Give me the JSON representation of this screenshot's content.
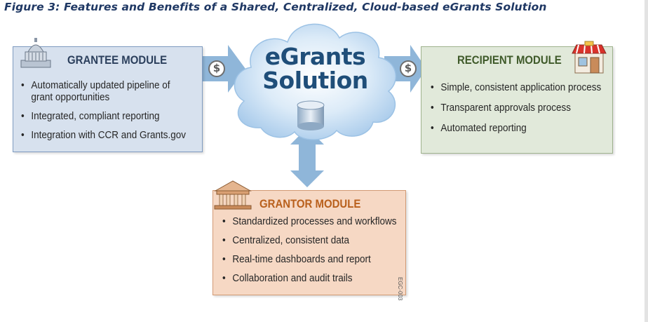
{
  "figure_title": "Figure 3: Features and Benefits of a Shared, Centralized, Cloud-based eGrants Solution",
  "cloud": {
    "line1": "eGrants",
    "line2": "Solution"
  },
  "grantee": {
    "title": "GRANTEE MODULE",
    "items": [
      "Automatically updated pipeline of",
      "grant opportunities",
      "Integrated, compliant reporting",
      "Integration with CCR and Grants.gov"
    ]
  },
  "recipient": {
    "title": "RECIPIENT MODULE",
    "items": [
      "Simple, consistent application process",
      "Transparent approvals process",
      "Automated reporting"
    ]
  },
  "grantor": {
    "title": "GRANTOR MODULE",
    "items": [
      "Standardized processes and workflows",
      "Centralized, consistent data",
      "Real-time dashboards and report",
      "Collaboration and audit trails"
    ]
  },
  "dollar_symbol": "$",
  "doc_code": "EGC-003",
  "colors": {
    "cloud_fill": "#b9d6f0",
    "arrow": "#8fb6d9",
    "grantee_bg": "#d7e1ee",
    "recipient_bg": "#e1e9da",
    "grantor_bg": "#f6d8c4",
    "grantor_title": "#b9601c",
    "recipient_title": "#3f5a2a",
    "grantee_title": "#2b3f5c"
  },
  "icons": [
    "capitol-building-icon",
    "storefront-icon",
    "courthouse-icon",
    "database-icon",
    "dollar-icon"
  ]
}
